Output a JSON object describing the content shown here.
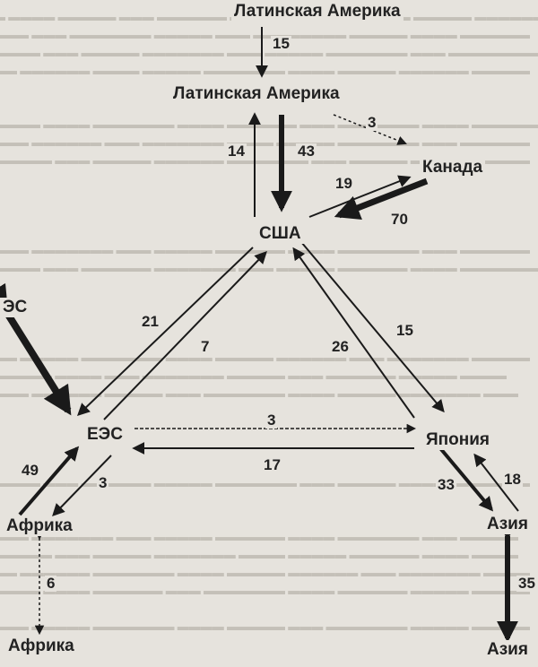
{
  "nodes": {
    "latam_top": "Латинская Америка",
    "latam": "Латинская Америка",
    "canada": "Канада",
    "usa": "США",
    "ees_left": "ЭС",
    "ees": "ЕЭС",
    "japan": "Япония",
    "africa": "Африка",
    "africa_bottom": "Африка",
    "asia": "Азия",
    "asia_bottom": "Азия"
  },
  "flows": {
    "latam_top_latam": "15",
    "latam_usa_up": "14",
    "latam_usa_down": "43",
    "latam_canada": "3",
    "canada_usa_up": "19",
    "canada_usa_down": "70",
    "usa_ees_left": "21",
    "usa_ees_right": "7",
    "ees_japan": "3",
    "japan_ees": "17",
    "japan_usa": "26",
    "usa_japan": "15",
    "africa_ees": "49",
    "ees_africa": "3",
    "japan_asia": "33",
    "asia_japan": "18",
    "africa_africa": "6",
    "asia_asia": "35"
  },
  "colors": {
    "background": "#e6e3dd",
    "ink": "#1a1a1a"
  }
}
